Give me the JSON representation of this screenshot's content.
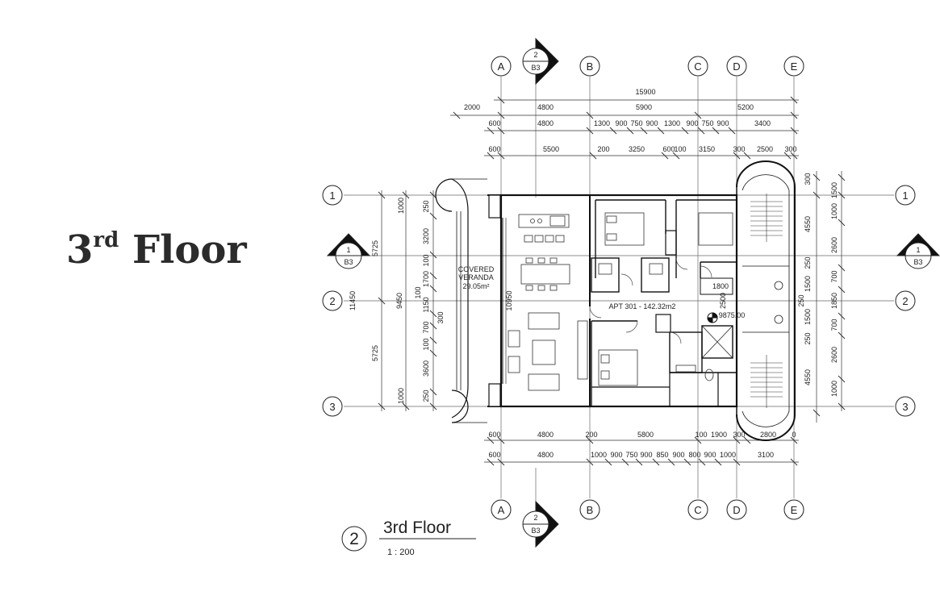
{
  "slide": {
    "title_main": "3",
    "title_sup": "rd",
    "title_rest": " Floor"
  },
  "plan": {
    "grid_cols": [
      "A",
      "B",
      "C",
      "D",
      "E"
    ],
    "grid_rows": [
      "1",
      "2",
      "3"
    ],
    "section_marker": {
      "num_top": "2",
      "ref_top": "B3",
      "num_side": "1",
      "ref_side": "B3"
    },
    "top_dims": {
      "overall": "15900",
      "row2": [
        "2000",
        "4800",
        "5900",
        "5200"
      ],
      "row3": [
        "600",
        "4800",
        "1300",
        "900",
        "750",
        "900",
        "1300",
        "900",
        "750",
        "900",
        "3400"
      ],
      "row4": [
        "600",
        "5500",
        "200",
        "3250",
        "600",
        "100",
        "3150",
        "300",
        "2500",
        "300"
      ]
    },
    "bottom_dims": {
      "row1": [
        "600",
        "4800",
        "200",
        "5800",
        "100",
        "1900",
        "300",
        "2800",
        "0"
      ],
      "row2": [
        "600",
        "4800",
        "1000",
        "900",
        "750",
        "900",
        "850",
        "900",
        "800",
        "900",
        "1000",
        "3100"
      ]
    },
    "left_dims": {
      "overall": "11450",
      "col2": [
        "5725",
        "5725"
      ],
      "col3": "9450",
      "col4": [
        "1000",
        "3200",
        "100",
        "1700",
        "100",
        "1150",
        "300",
        "700",
        "100",
        "3600",
        "1000"
      ],
      "col5": [
        "250",
        "250"
      ]
    },
    "right_dims": {
      "col1": [
        "300",
        "1500",
        "1000",
        "2600",
        "700",
        "1850",
        "700",
        "2600",
        "1000"
      ],
      "col2": [
        "4550",
        "250",
        "1500",
        "250",
        "1500",
        "250",
        "4550"
      ]
    },
    "rooms": {
      "veranda_line1": "COVERED",
      "veranda_line2": "VERANDA",
      "veranda_area": "29.05m²",
      "apt": "APT 301 - 142.32m2",
      "width_10950": "10950",
      "dim_1800": "1800",
      "dim_2500": "2500",
      "level": "9875.00"
    },
    "view_tag": {
      "number": "2",
      "name": "3rd Floor",
      "scale": "1 : 200"
    }
  }
}
